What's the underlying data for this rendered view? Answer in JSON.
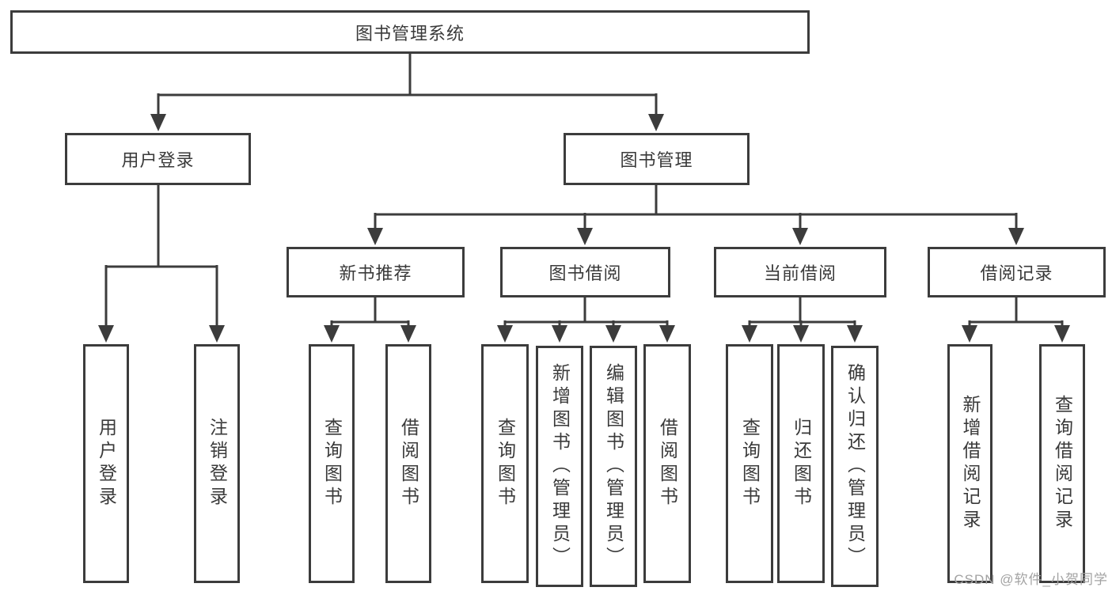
{
  "tree": {
    "root": {
      "label": "图书管理系统"
    },
    "branches": [
      {
        "label": "用户登录",
        "children": [
          {
            "label": "用户登录"
          },
          {
            "label": "注销登录"
          }
        ]
      },
      {
        "label": "图书管理",
        "sections": [
          {
            "label": "新书推荐",
            "children": [
              {
                "label": "查询图书"
              },
              {
                "label": "借阅图书"
              }
            ]
          },
          {
            "label": "图书借阅",
            "children": [
              {
                "label": "查询图书"
              },
              {
                "label": "新增图书（管理员）"
              },
              {
                "label": "编辑图书（管理员）"
              },
              {
                "label": "借阅图书"
              }
            ]
          },
          {
            "label": "当前借阅",
            "children": [
              {
                "label": "查询图书"
              },
              {
                "label": "归还图书"
              },
              {
                "label": "确认归还（管理员）"
              }
            ]
          },
          {
            "label": "借阅记录",
            "children": [
              {
                "label": "新增借阅记录"
              },
              {
                "label": "查询借阅记录"
              }
            ]
          }
        ]
      }
    ]
  },
  "style": {
    "line_color": "#3c3c3c",
    "text_color": "#3a3a3a",
    "watermark_color": "#a3a3a3"
  },
  "watermark": {
    "text": "CSDN @软件_小贺同学"
  }
}
